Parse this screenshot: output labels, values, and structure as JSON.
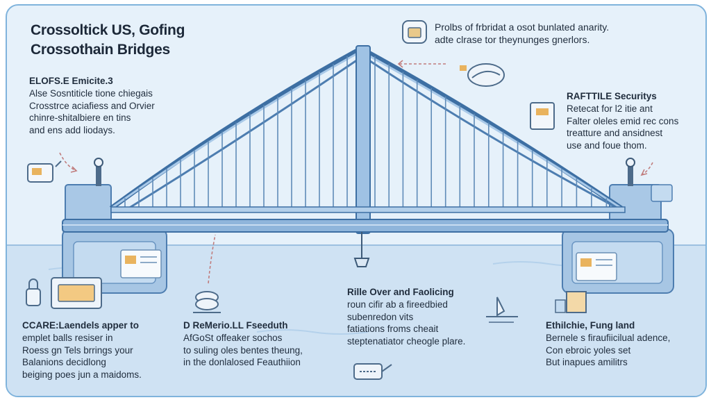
{
  "title": [
    "Crossoltick US, Gofing",
    "Crossothain Bridges"
  ],
  "callout_top": [
    "Prolbs of frbridat a osot bunlated anarity.",
    "adte clrase tor theynunges gnerlors."
  ],
  "panel_left": {
    "heading": "ELOFS.E Emicite.3",
    "lines": [
      "Alse Sosntiticle tione chiegais",
      "Crosstrce aciafiess and Orvier",
      "chinre-shitalbiere en tins",
      "and ens add liodays."
    ]
  },
  "panel_right": {
    "heading": "RAFTTILE Securitys",
    "lines": [
      "Retecat for l2 itie ant",
      "Falter oleles emid rec cons",
      "treatture and ansidnest",
      "use and foue thom."
    ]
  },
  "bottom_1": {
    "heading": "CCARE:Laendels apper to",
    "lines": [
      "emplet balls resiser in",
      "Roess gn Tels brrings your",
      "Balanions decidlong",
      "beiging poes jun a maidoms."
    ]
  },
  "bottom_2": {
    "heading": "D ReMerio.LL Fseeduth",
    "lines": [
      "AfGoSt offeaker sochos",
      "to suling oles bentes theung,",
      "in the donlalosed Feauthiion"
    ]
  },
  "bottom_3": {
    "heading": "Rille Over and Faolicing",
    "lines": [
      "roun cifir ab a fireedbied",
      "subenredon vits",
      "fatiations froms cheait",
      "steptenatiator cheogle plare."
    ]
  },
  "bottom_4": {
    "heading": "Ethilchie, Fung land",
    "lines": [
      "Bernele s firaufiicilual adence,",
      "Con ebroic yoles set",
      "But inapues amilitrs"
    ]
  },
  "colors": {
    "frame": "#7fb3dc",
    "background": "#e6f1fa",
    "bridge": "#8fb5db",
    "bridge_dark": "#3d6fa3",
    "water": "#c9dff2",
    "text": "#1f2c3c"
  }
}
